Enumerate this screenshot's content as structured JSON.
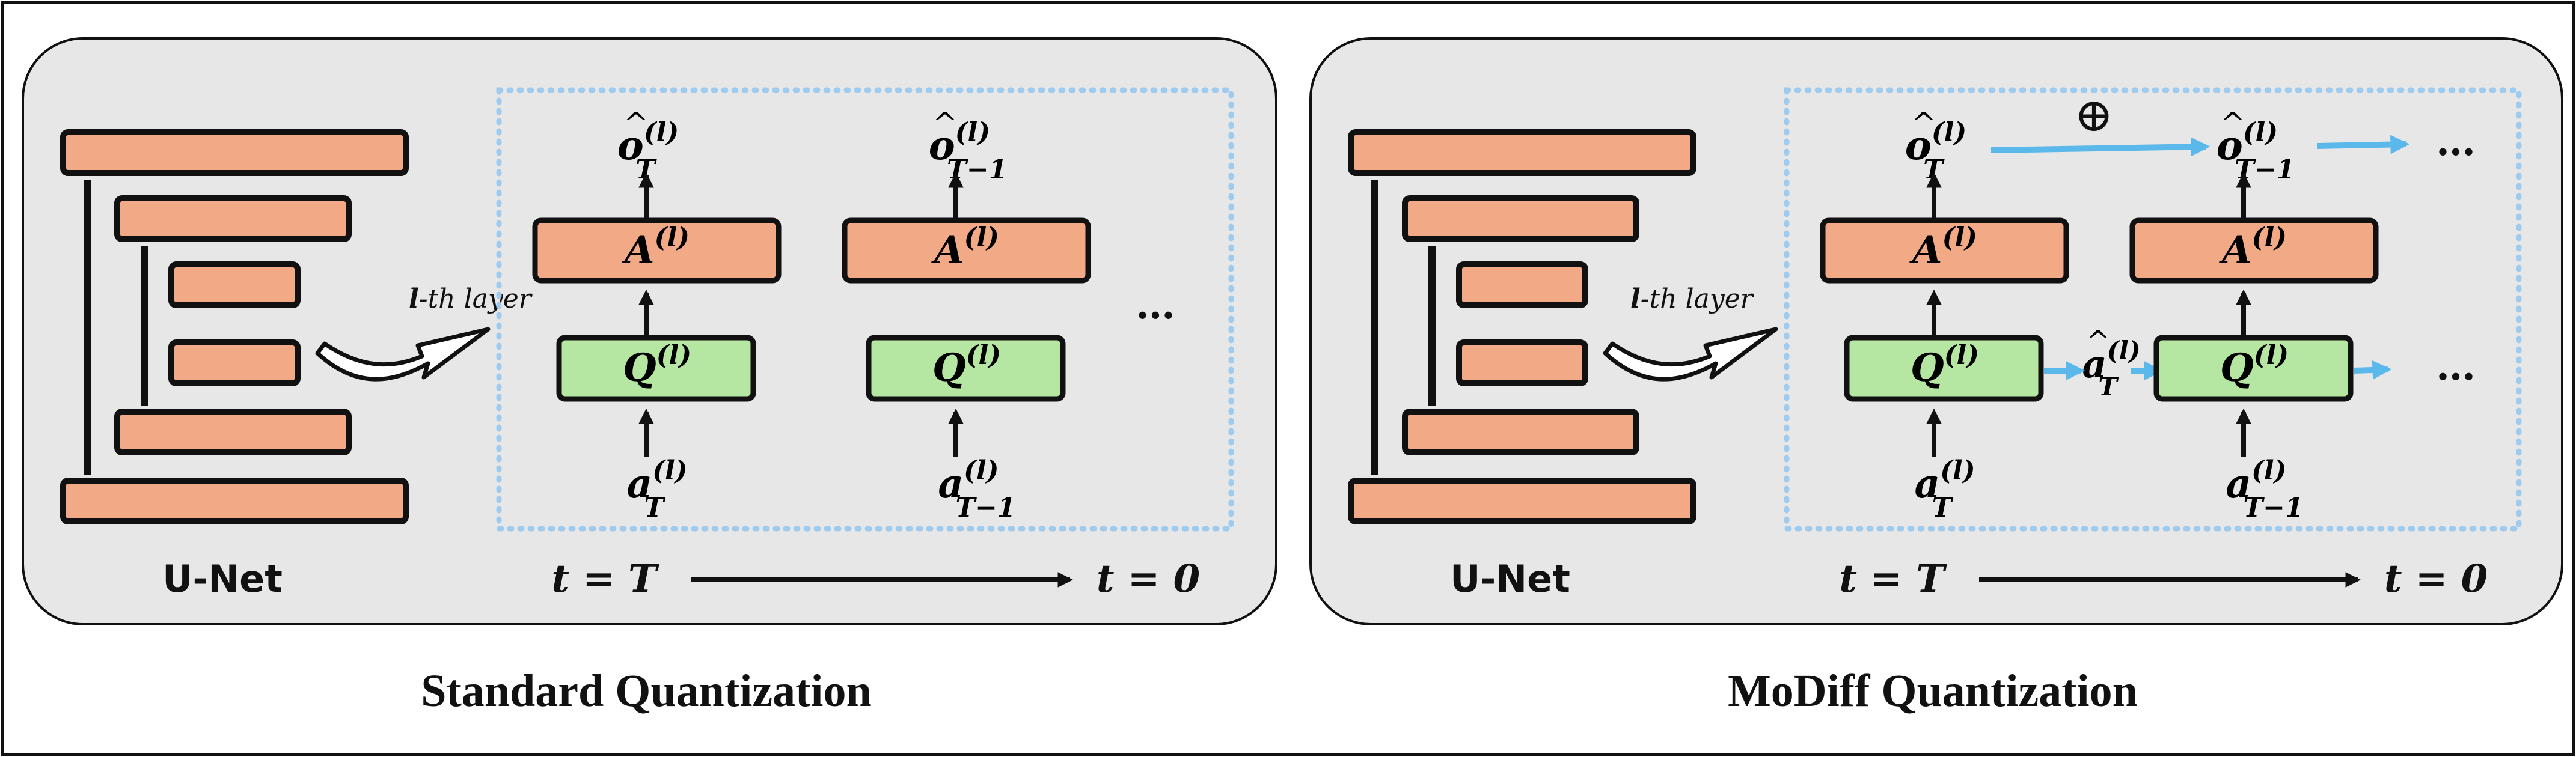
{
  "panels": [
    {
      "id": "standard",
      "caption": "Standard Quantization",
      "unet_label": "U-Net",
      "layer_callout": {
        "l": "l",
        "rest": "-th layer"
      },
      "time_start": "t = T",
      "time_end": "t = 0",
      "ellipsis_mid": "…",
      "columns": [
        {
          "output": {
            "base": "o",
            "sup": "(l)",
            "sub": "T"
          },
          "attn": {
            "base": "A",
            "sup": "(l)"
          },
          "quant": {
            "base": "Q",
            "sup": "(l)"
          },
          "input": {
            "base": "a",
            "sup": "(l)",
            "sub": "T"
          }
        },
        {
          "output": {
            "base": "o",
            "sup": "(l)",
            "sub": "T−1"
          },
          "attn": {
            "base": "A",
            "sup": "(l)"
          },
          "quant": {
            "base": "Q",
            "sup": "(l)"
          },
          "input": {
            "base": "a",
            "sup": "(l)",
            "sub": "T−1"
          }
        }
      ]
    },
    {
      "id": "modiff",
      "caption": "MoDiff Quantization",
      "unet_label": "U-Net",
      "layer_callout": {
        "l": "l",
        "rest": "-th layer"
      },
      "time_start": "t = T",
      "time_end": "t = 0",
      "ellipsis_top": "…",
      "ellipsis_mid": "…",
      "oplus": "⊕",
      "cached_act": {
        "base": "a",
        "sup": "(l)",
        "sub": "T"
      },
      "columns": [
        {
          "output": {
            "base": "o",
            "sup": "(l)",
            "sub": "T"
          },
          "attn": {
            "base": "A",
            "sup": "(l)"
          },
          "quant": {
            "base": "Q",
            "sup": "(l)"
          },
          "input": {
            "base": "a",
            "sup": "(l)",
            "sub": "T"
          }
        },
        {
          "output": {
            "base": "o",
            "sup": "(l)",
            "sub": "T−1"
          },
          "attn": {
            "base": "A",
            "sup": "(l)"
          },
          "quant": {
            "base": "Q",
            "sup": "(l)"
          },
          "input": {
            "base": "a",
            "sup": "(l)",
            "sub": "T−1"
          }
        }
      ]
    }
  ],
  "colors": {
    "panel_bg": "#e7e7e7",
    "block_orange": "#f2a985",
    "block_green": "#b5e6a2",
    "dotted_blue": "#9fcbef",
    "arrow_blue": "#5bb8ea",
    "stroke": "#111111"
  }
}
